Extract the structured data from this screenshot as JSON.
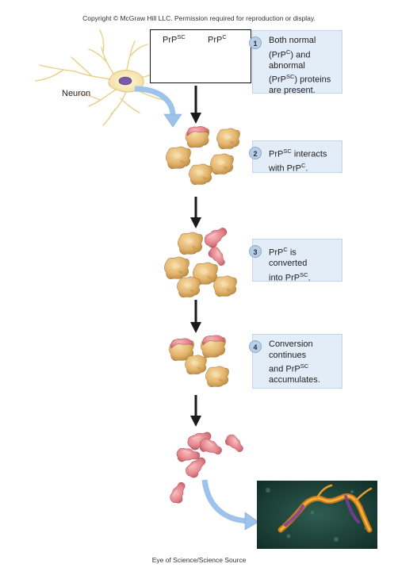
{
  "copyright": "Copyright © McGraw Hill LLC. Permission required for reproduction or display.",
  "credit": "Eye of Science/Science Source",
  "neuron_label": "Neuron",
  "box_labels": {
    "abnormal": "PrP",
    "abnormal_sup": "SC",
    "normal": "PrP",
    "normal_sup": "C"
  },
  "steps": [
    {
      "number": "1",
      "lines": [
        "Both normal",
        "(PrP|C|) and",
        "abnormal",
        "(PrP|SC|) proteins",
        "are present."
      ]
    },
    {
      "number": "2",
      "lines": [
        "PrP|SC| interacts",
        "with PrP|C|."
      ]
    },
    {
      "number": "3",
      "lines": [
        "PrP|C| is",
        "converted",
        "into PrP|SC|."
      ]
    },
    {
      "number": "4",
      "lines": [
        "Conversion",
        "continues",
        "and PrP|SC|",
        "accumulates."
      ]
    }
  ],
  "colors": {
    "normal_protein": "#e3b56e",
    "abnormal_protein": "#e3828a",
    "arrow": "#1a1a1a",
    "callout_arrow": "#9ec3ea",
    "step_bg": "#e3edf8"
  }
}
